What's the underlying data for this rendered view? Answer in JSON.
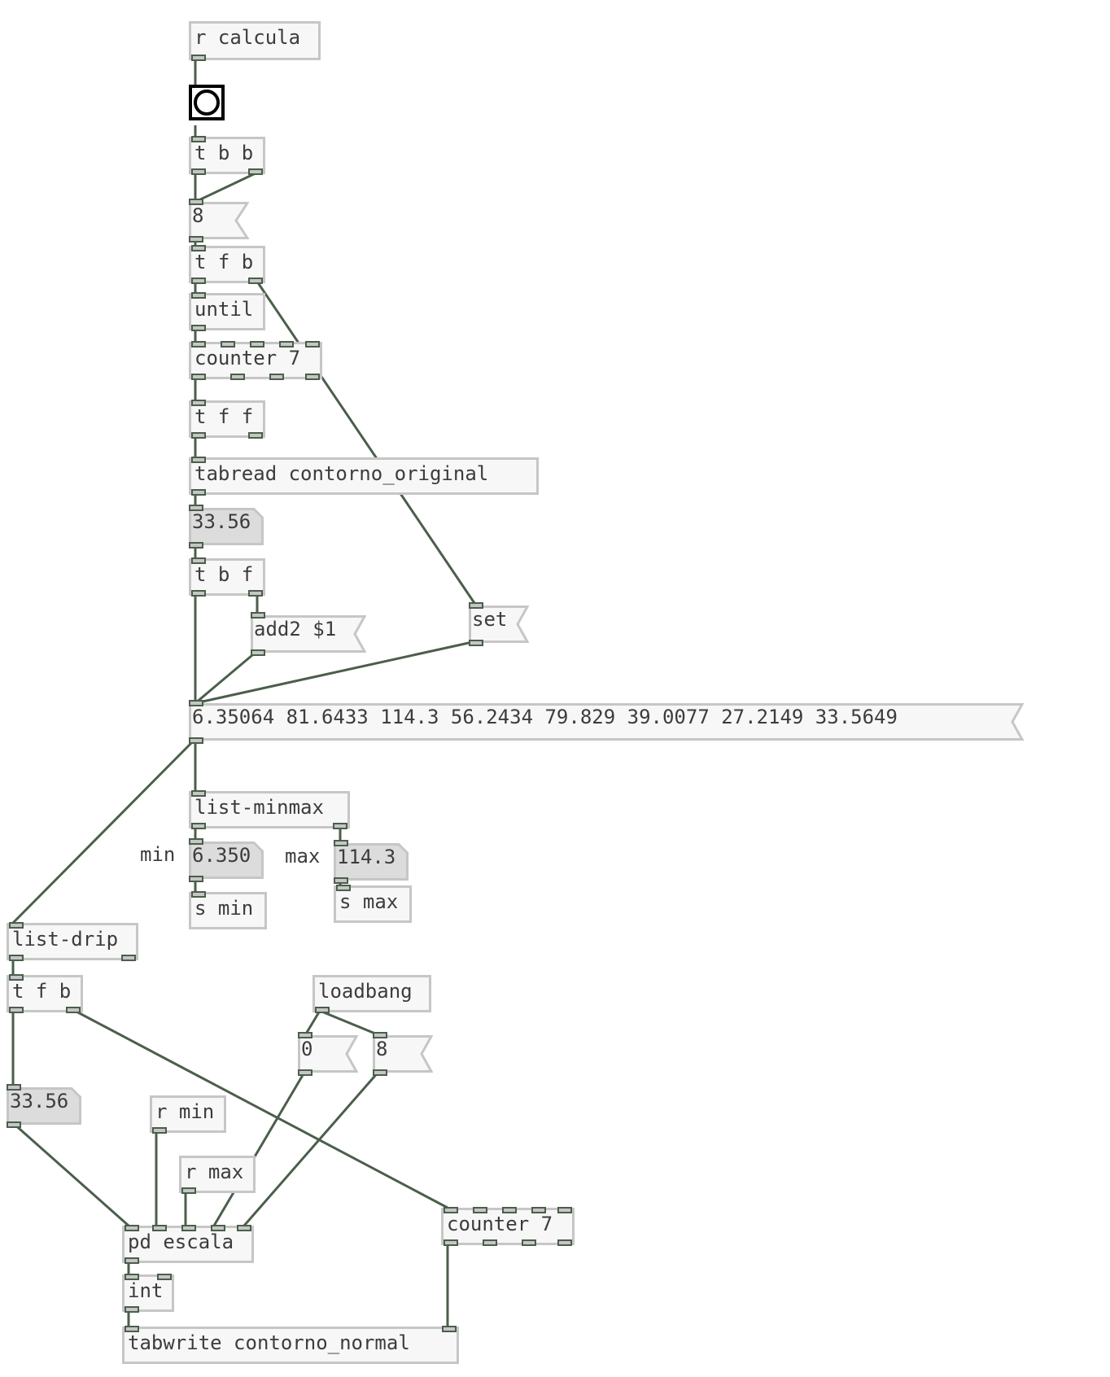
{
  "patch": {
    "objects": {
      "r_calcula": "r calcula",
      "tbb": "t b b",
      "msg8": "8",
      "tfb1": "t f b",
      "until": "until",
      "counter1": "counter 7",
      "tff": "t f f",
      "tabread": "tabread contorno_original",
      "num1": "33.56",
      "tbf": "t b f",
      "add2": "add2 $1",
      "set": "set",
      "list_msg": "6.35064 81.6433 114.3 56.2434 79.829 39.0077 27.2149 33.5649",
      "listminmax": "list-minmax",
      "num_min": "6.350",
      "num_max": "114.3",
      "s_min": "s min",
      "s_max": "s max",
      "listdrip": "list-drip",
      "tfb2": "t f b",
      "loadbang": "loadbang",
      "msg0": "0",
      "msg8b": "8",
      "num2": "33.56",
      "r_min": "r min",
      "r_max": "r max",
      "pd_escala": "pd escala",
      "counter2": "counter 7",
      "int": "int",
      "tabwrite": "tabwrite contorno_normal"
    },
    "labels": {
      "min": "min",
      "max": "max"
    }
  },
  "colors": {
    "cord": "#4b5e4b",
    "box_border": "#c6c6c6",
    "box_fill": "#f6f7f6",
    "number_fill": "#dcdcdc",
    "text": "#3c3c3c"
  }
}
